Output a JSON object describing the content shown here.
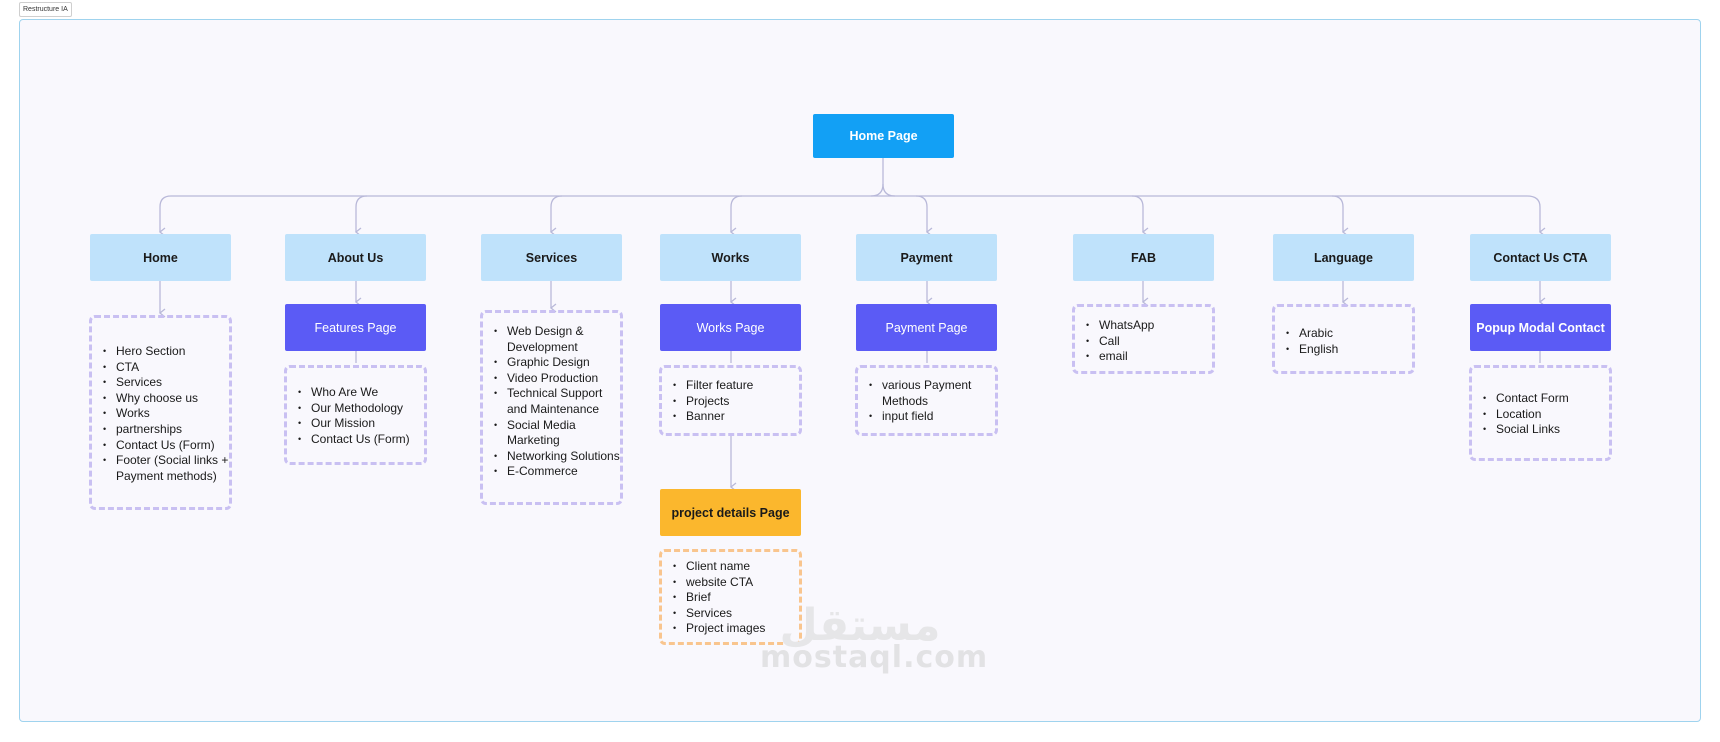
{
  "frame": {
    "label": "Restructure IA"
  },
  "root": {
    "label": "Home Page"
  },
  "sections": {
    "home": {
      "label": "Home",
      "items": [
        "Hero Section",
        "CTA",
        "Services",
        "Why choose us",
        "Works",
        "partnerships",
        "Contact Us (Form)",
        "Footer (Social links + Payment methods)"
      ]
    },
    "about": {
      "label": "About Us",
      "page": "Features Page",
      "items": [
        "Who Are We",
        "Our Methodology",
        "Our Mission",
        "Contact Us (Form)"
      ]
    },
    "services": {
      "label": "Services",
      "items": [
        "Web Design & Development",
        "Graphic Design",
        "Video Production",
        "Technical Support and Maintenance",
        "Social Media Marketing",
        "Networking Solutions",
        "E-Commerce"
      ]
    },
    "works": {
      "label": "Works",
      "page": "Works Page",
      "items": [
        "Filter feature",
        "Projects",
        "Banner"
      ],
      "detail_page": "project details Page",
      "detail_items": [
        "Client name",
        "website CTA",
        "Brief",
        "Services",
        "Project images"
      ]
    },
    "payment": {
      "label": "Payment",
      "page": "Payment Page",
      "items": [
        "various Payment Methods",
        "input field"
      ]
    },
    "fab": {
      "label": "FAB",
      "items": [
        "WhatsApp",
        "Call",
        "email"
      ]
    },
    "language": {
      "label": "Language",
      "items": [
        "Arabic",
        "English"
      ]
    },
    "contact": {
      "label": "Contact  Us CTA",
      "page": "Popup Modal Contact",
      "items": [
        "Contact Form",
        "Location",
        "Social Links"
      ]
    }
  },
  "watermark": {
    "arabic": "مستقل",
    "latin": "mostaql.com"
  },
  "colors": {
    "root": "#12a0f5",
    "section": "#bfe2fb",
    "page": "#5b5bf5",
    "detail": "#fbb72d",
    "connector": "#b9b9d9",
    "dash": "#c9c0f2",
    "dash_orange": "#f9c58e"
  }
}
